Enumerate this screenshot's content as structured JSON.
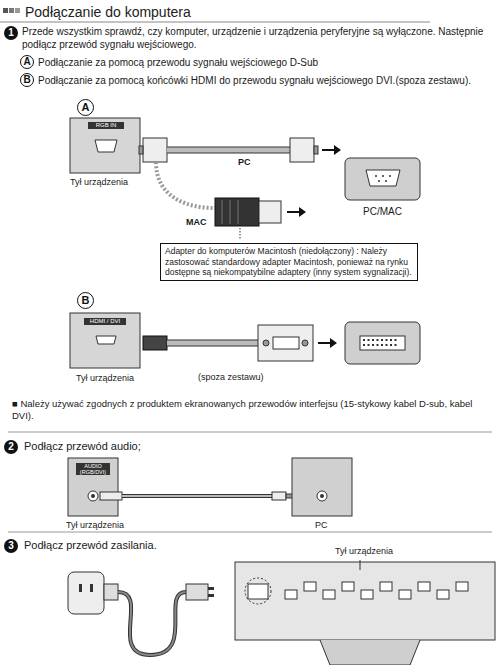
{
  "diagram": {
    "title": "Podłączanie do komputera",
    "nodes": [
      {
        "text": [
          "Adapter do komputerów Macintosh (niedołączony) : Należy zastosować standardowy adapter Macintosh, ponieważ na rynku dostępne są niekompatybilne adaptery (inny system sygnalizacji)."
        ]
      }
    ],
    "labels": [
      "1",
      "Przede wszystkim sprawdź, czy komputer, urządzenie i urządzenia peryferyjne są wyłączone. Następnie podłącz przewód sygnału wejściowego.",
      "A",
      "Podłączanie za pomocą przewodu sygnału wejściowego D-Sub",
      "B",
      "Podłączanie za pomocą końcówki HDMI do przewodu sygnału wejściowego DVI.(spoza zestawu).",
      "A",
      "RGB IN",
      "Tył urządzenia",
      "PC",
      "MAC",
      "PC/MAC",
      "B",
      "HDMI / DVI",
      "Tył urządzenia",
      "(spoza zestawu)",
      "■ Należy używać zgodnych z produktem ekranowanych przewodów interfejsu (15-stykowy kabel D-sub, kabel DVI).",
      "2",
      "Podłącz przewód audio;",
      "AUDIO (RGB/DVI)",
      "Tył urządzenia",
      "PC",
      "3",
      "Podłącz przewód zasilania.",
      "Tył urządzenia"
    ]
  }
}
